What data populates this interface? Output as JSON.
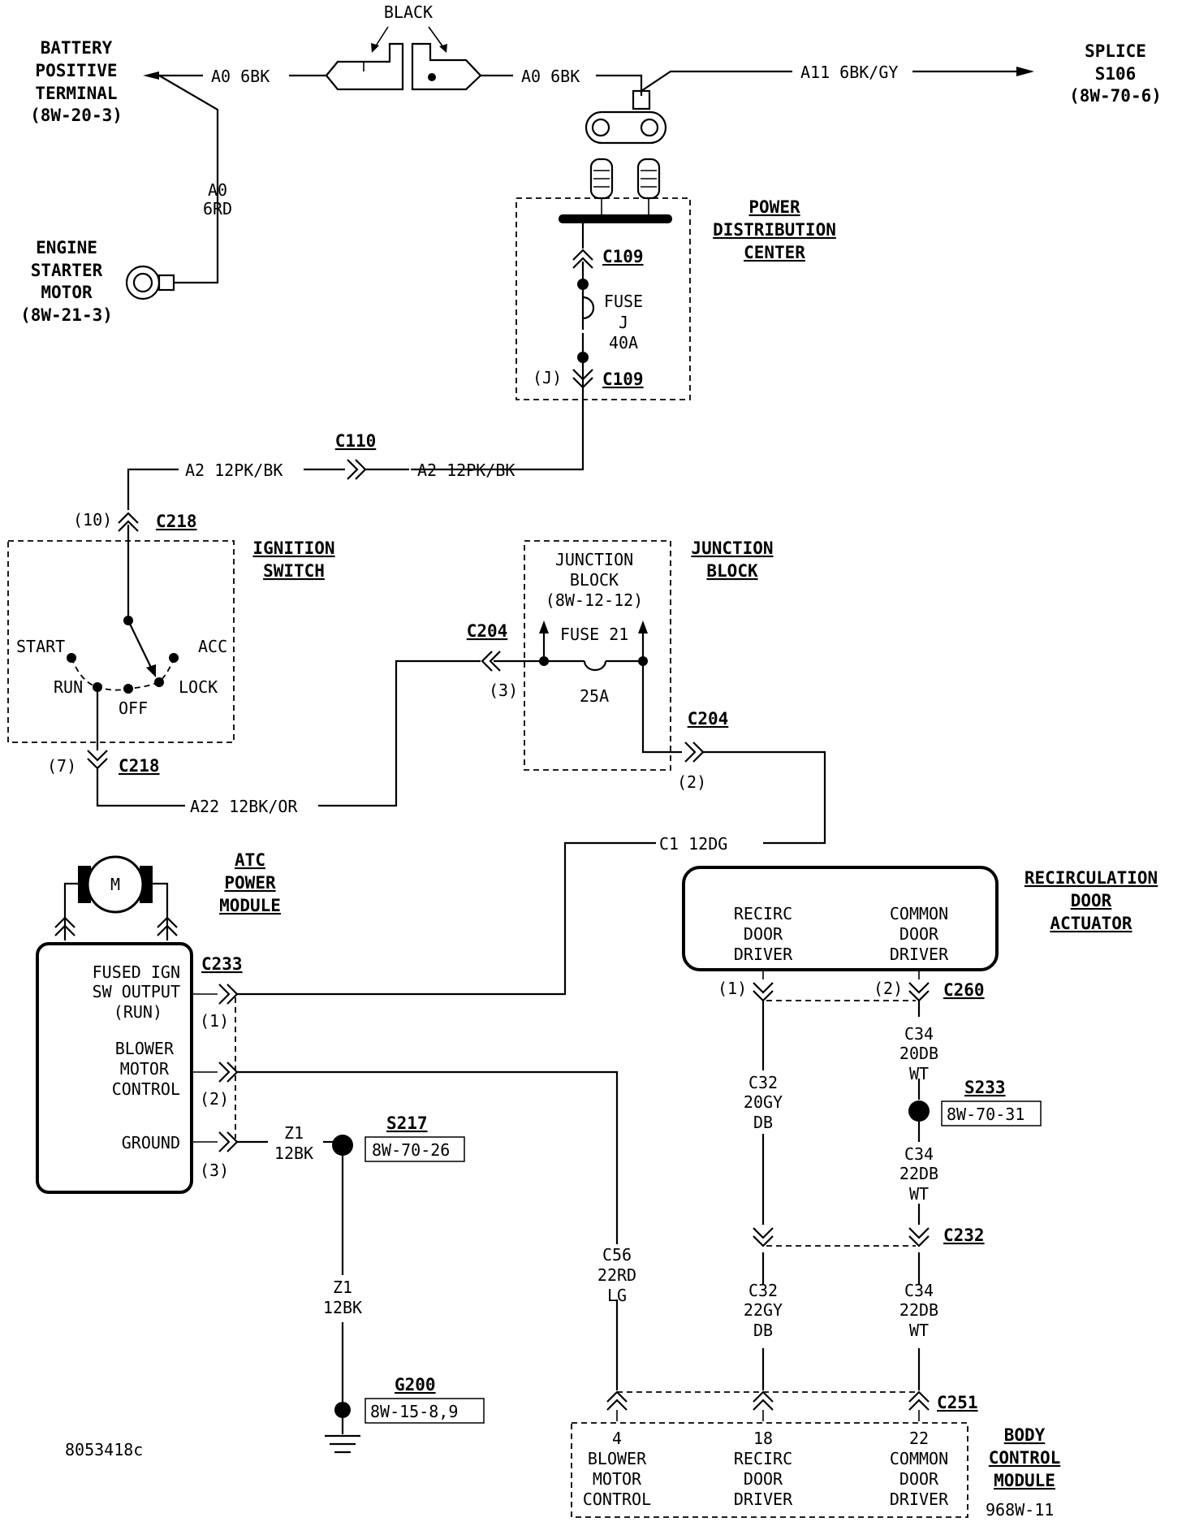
{
  "components": {
    "battery": [
      "BATTERY",
      "POSITIVE",
      "TERMINAL",
      "(8W-20-3)"
    ],
    "starter": [
      "ENGINE",
      "STARTER",
      "MOTOR",
      "(8W-21-3)"
    ],
    "splice_s106": [
      "SPLICE",
      "S106",
      "(8W-70-6)"
    ],
    "pdc": [
      "POWER",
      "DISTRIBUTION",
      "CENTER"
    ],
    "ignition_switch": [
      "IGNITION",
      "SWITCH"
    ],
    "junction_block": [
      "JUNCTION",
      "BLOCK"
    ],
    "junction_block_inner": [
      "JUNCTION",
      "BLOCK",
      "(8W-12-12)"
    ],
    "atc_power_module": [
      "ATC",
      "POWER",
      "MODULE"
    ],
    "recirc_actuator": [
      "RECIRCULATION",
      "DOOR",
      "ACTUATOR"
    ],
    "body_control_module": [
      "BODY",
      "CONTROL",
      "MODULE"
    ]
  },
  "labels": {
    "black": "BLACK",
    "motor": "M",
    "fuse_j": [
      "FUSE",
      "J",
      "40A"
    ],
    "fuse_21": "FUSE 21",
    "fuse_21_rating": "25A",
    "switch_start": "START",
    "switch_acc": "ACC",
    "switch_run": "RUN",
    "switch_off": "OFF",
    "switch_lock": "LOCK",
    "atc_fused_ign": [
      "FUSED IGN",
      "SW OUTPUT",
      "(RUN)"
    ],
    "atc_blower": [
      "BLOWER",
      "MOTOR",
      "CONTROL"
    ],
    "atc_ground": "GROUND",
    "recirc_driver": [
      "RECIRC",
      "DOOR",
      "DRIVER"
    ],
    "common_driver": [
      "COMMON",
      "DOOR",
      "DRIVER"
    ],
    "bcm_pin4": [
      "4",
      "BLOWER",
      "MOTOR",
      "CONTROL"
    ],
    "bcm_pin18": [
      "18",
      "RECIRC",
      "DOOR",
      "DRIVER"
    ],
    "bcm_pin22": [
      "22",
      "COMMON",
      "DOOR",
      "DRIVER"
    ],
    "doc_id": "8053418c",
    "page_id": "968W-11"
  },
  "connectors": {
    "c109": "C109",
    "c109_pin": "(J)",
    "c110": "C110",
    "c218": "C218",
    "c218_pin10": "(10)",
    "c218_pin7": "(7)",
    "c204": "C204",
    "c204_pin3": "(3)",
    "c204_pin2": "(2)",
    "c233": "C233",
    "c233_pin1": "(1)",
    "c233_pin2": "(2)",
    "c233_pin3": "(3)",
    "c260": "C260",
    "c260_pin1": "(1)",
    "c260_pin2": "(2)",
    "c232": "C232",
    "c251": "C251"
  },
  "splices": {
    "s217": "S217",
    "s217_ref": "8W-70-26",
    "s233": "S233",
    "s233_ref": "8W-70-31",
    "g200": "G200",
    "g200_ref": "8W-15-8,9"
  },
  "wires": {
    "a0_left": "A0 6BK",
    "a0_right": "A0 6BK",
    "a0_6rd": [
      "A0",
      "6RD"
    ],
    "a11": "A11 6BK/GY",
    "a2_left": "A2 12PK/BK",
    "a2_right": "A2 12PK/BK",
    "a22": "A22 12BK/OR",
    "c1": "C1 12DG",
    "z1_short": [
      "Z1",
      "12BK"
    ],
    "z1_long": [
      "Z1",
      "12BK"
    ],
    "c56": [
      "C56",
      "22RD",
      "LG"
    ],
    "c32_upper": [
      "C32",
      "20GY",
      "DB"
    ],
    "c32_lower": [
      "C32",
      "22GY",
      "DB"
    ],
    "c34_upper": [
      "C34",
      "20DB",
      "WT"
    ],
    "c34_mid": [
      "C34",
      "22DB",
      "WT"
    ],
    "c34_lower": [
      "C34",
      "22DB",
      "WT"
    ]
  }
}
